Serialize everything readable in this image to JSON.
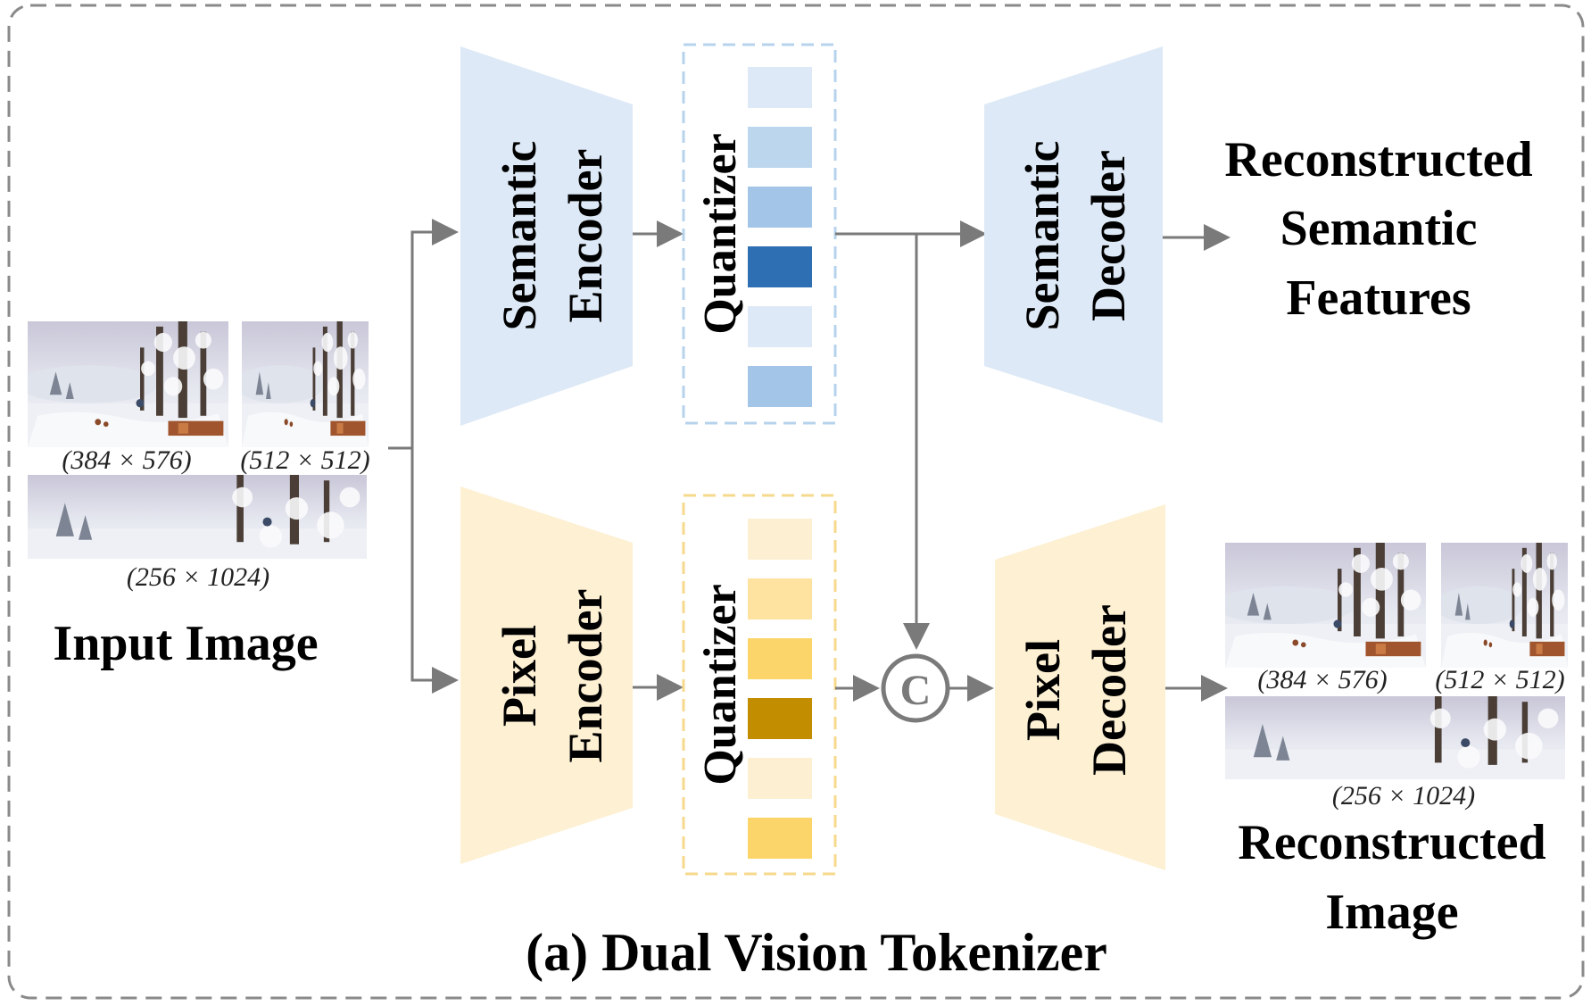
{
  "caption": "(a) Dual Vision Tokenizer",
  "input": {
    "label": "Input Image",
    "size_labels": [
      "(384 × 576)",
      "(512 × 512)",
      "(256 × 1024)"
    ]
  },
  "semantic_branch": {
    "encoder_line1": "Semantic",
    "encoder_line2": "Encoder",
    "quantizer": "Quantizer",
    "decoder_line1": "Semantic",
    "decoder_line2": "Decoder",
    "output_line1": "Reconstructed",
    "output_line2": "Semantic",
    "output_line3": "Features",
    "codebook_colors": [
      "#dde9f6",
      "#bcd6ee",
      "#a2c5e8",
      "#2e6fb3",
      "#dde9f6",
      "#a2c5e8"
    ]
  },
  "pixel_branch": {
    "encoder_line1": "Pixel",
    "encoder_line2": "Encoder",
    "quantizer": "Quantizer",
    "decoder_line1": "Pixel",
    "decoder_line2": "Decoder",
    "output_line1": "Reconstructed",
    "output_line2": "Image",
    "codebook_colors": [
      "#fdefd2",
      "#fde39f",
      "#fbd56a",
      "#c28e00",
      "#fdefd2",
      "#fbd56a"
    ]
  },
  "concat_symbol": "C",
  "output": {
    "size_labels": [
      "(384 × 576)",
      "(512 × 512)",
      "(256 × 1024)"
    ]
  },
  "colors": {
    "semantic_fill": "#dde9f6",
    "pixel_fill": "#fdf0d3",
    "semantic_dash": "#b7d3ec",
    "pixel_dash": "#f6d98d",
    "arrow": "#7a7a7a",
    "frame": "#8a8a8a"
  }
}
